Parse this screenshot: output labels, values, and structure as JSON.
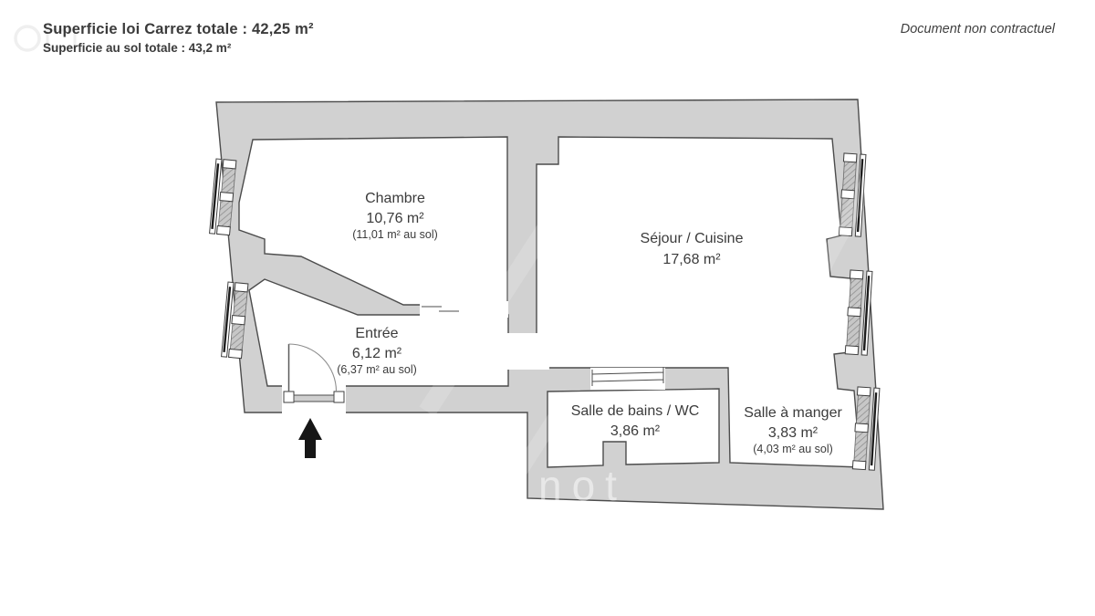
{
  "header": {
    "line1": "Superficie loi Carrez totale : 42,25 m²",
    "line2": "Superficie au sol totale : 43,2 m²",
    "disclaimer": "Document non contractuel"
  },
  "rooms": [
    {
      "id": "chambre",
      "name": "Chambre",
      "area": "10,76 m²",
      "floor_area": "(11,01 m² au sol)"
    },
    {
      "id": "sejour",
      "name": "Séjour / Cuisine",
      "area": "17,68 m²",
      "floor_area": ""
    },
    {
      "id": "entree",
      "name": "Entrée",
      "area": "6,12 m²",
      "floor_area": "(6,37 m² au sol)"
    },
    {
      "id": "bains",
      "name": "Salle de bains / WC",
      "area": "3,86 m²",
      "floor_area": ""
    },
    {
      "id": "manger",
      "name": "Salle à manger",
      "area": "3,83 m²",
      "floor_area": "(4,03 m² au sol)"
    }
  ],
  "watermark": {
    "text": "not"
  },
  "colors": {
    "wall_fill": "#d1d1d1",
    "wall_stroke": "#4c4c4c",
    "text": "#3b3b3b",
    "arrow": "#161616"
  }
}
